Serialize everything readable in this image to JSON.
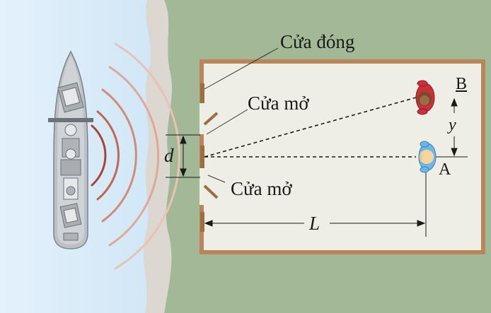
{
  "labels": {
    "door_closed": "Cửa đóng",
    "door_open_top": "Cửa mở",
    "door_open_bottom": "Cửa mở",
    "point_b": "B",
    "point_a": "A",
    "var_d": "d",
    "var_y": "y",
    "var_l": "L"
  },
  "colors": {
    "water_light": "#e4f1fb",
    "water_dark": "#9cc9ec",
    "shore": "#dcd7d1",
    "land": "#a3b896",
    "room_floor": "#eeede6",
    "room_wall": "#b8865a",
    "door": "#9b7040",
    "wave_near": "#a8453a",
    "wave_far": "#e8c2b4",
    "person_b_shirt": "#c8303a",
    "person_a_shirt": "#6fb6e6",
    "ship": "#bdc1c6"
  },
  "icons": [
    "ship-icon",
    "person-b-icon",
    "person-a-icon"
  ]
}
